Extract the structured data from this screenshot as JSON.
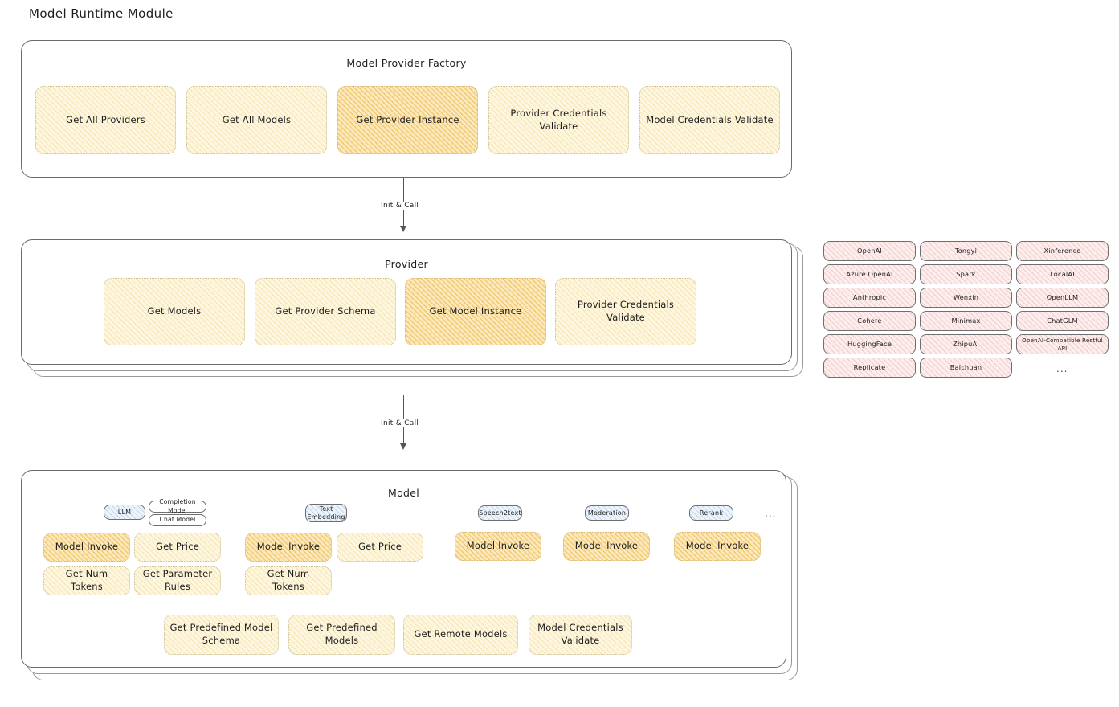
{
  "title": "Model Runtime Module",
  "panels": {
    "factory": {
      "title": "Model Provider Factory",
      "boxes": [
        {
          "label": "Get All Providers",
          "emphasis": "light"
        },
        {
          "label": "Get All Models",
          "emphasis": "light"
        },
        {
          "label": "Get Provider Instance",
          "emphasis": "strong"
        },
        {
          "label": "Provider Credentials Validate",
          "emphasis": "light"
        },
        {
          "label": "Model Credentials Validate",
          "emphasis": "light"
        }
      ]
    },
    "provider": {
      "title": "Provider",
      "boxes": [
        {
          "label": "Get Models",
          "emphasis": "light"
        },
        {
          "label": "Get Provider Schema",
          "emphasis": "light"
        },
        {
          "label": "Get Model Instance",
          "emphasis": "strong"
        },
        {
          "label": "Provider Credentials Validate",
          "emphasis": "light"
        }
      ]
    },
    "model": {
      "title": "Model",
      "type_columns": [
        {
          "chip": "LLM",
          "chip_style": "blue",
          "sub_chips": [
            "Completion Model",
            "Chat Model"
          ],
          "methods": [
            "Model Invoke",
            "Get Price",
            "Get Num Tokens",
            "Get Parameter Rules"
          ],
          "emphasis": [
            "strong",
            "light",
            "light",
            "light"
          ]
        },
        {
          "chip": "Text Embedding",
          "chip_style": "blue",
          "sub_chips": [],
          "methods": [
            "Model Invoke",
            "Get Price",
            "Get Num Tokens"
          ],
          "emphasis": [
            "strong",
            "light",
            "light"
          ]
        },
        {
          "chip": "Speech2text",
          "chip_style": "blue",
          "sub_chips": [],
          "methods": [
            "Model Invoke"
          ],
          "emphasis": [
            "strong"
          ]
        },
        {
          "chip": "Moderation",
          "chip_style": "blue",
          "sub_chips": [],
          "methods": [
            "Model Invoke"
          ],
          "emphasis": [
            "strong"
          ]
        },
        {
          "chip": "Rerank",
          "chip_style": "blue",
          "sub_chips": [],
          "methods": [
            "Model Invoke"
          ],
          "emphasis": [
            "strong"
          ]
        }
      ],
      "more_indicator": "...",
      "shared_methods": [
        "Get Predefined Model Schema",
        "Get Predefined Models",
        "Get Remote Models",
        "Model Credentials Validate"
      ]
    }
  },
  "arrows": [
    {
      "label": "Init & Call"
    },
    {
      "label": "Init & Call"
    }
  ],
  "provider_list": {
    "column_1": [
      "OpenAI",
      "Azure OpenAI",
      "Anthropic",
      "Cohere",
      "HuggingFace",
      "Replicate"
    ],
    "column_2": [
      "Tongyi",
      "Spark",
      "Wenxin",
      "Minimax",
      "ZhipuAI",
      "Baichuan"
    ],
    "column_3": [
      "Xinference",
      "LocalAI",
      "OpenLLM",
      "ChatGLM",
      "OpenAI-Compatible Restful API"
    ],
    "more_indicator": "..."
  },
  "colors": {
    "accent_strong": "#ecb846",
    "accent_light": "#f3d682",
    "provider_chip": "#e79696",
    "model_type_chip": "#82aadc",
    "stroke": "#1e1e1e"
  }
}
